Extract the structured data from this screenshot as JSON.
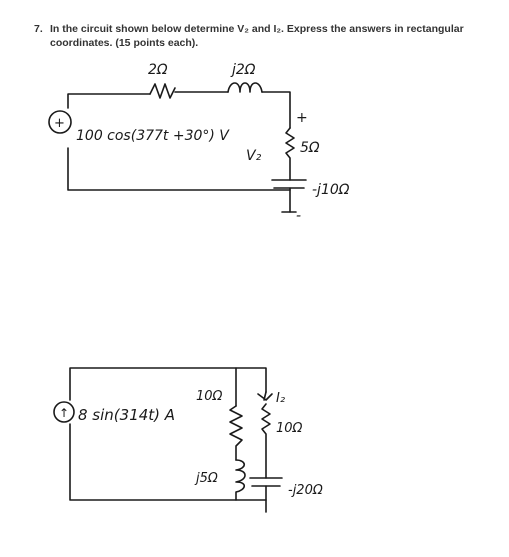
{
  "problem": {
    "number": "7.",
    "line1": "In the circuit shown below determine V₂ and I₂. Express the answers in rectangular",
    "line2": "coordinates. (15 points each)."
  },
  "circuit1": {
    "resistor_label": "2Ω",
    "inductor_label": "j2Ω",
    "source_label": "100 cos(377t +30°) V",
    "source_symbol": "+",
    "plus_mark": "+",
    "minus_mark": "-",
    "v2_label": "V₂",
    "r2_label": "5Ω",
    "cap_label": "-j10Ω"
  },
  "circuit2": {
    "source_label": "8 sin(314t) A",
    "source_symbol": "↑",
    "r1_label": "10Ω",
    "l1_label": "j5Ω",
    "i2_label": "I₂",
    "r2_label": "10Ω",
    "cap_label": "-j20Ω"
  }
}
